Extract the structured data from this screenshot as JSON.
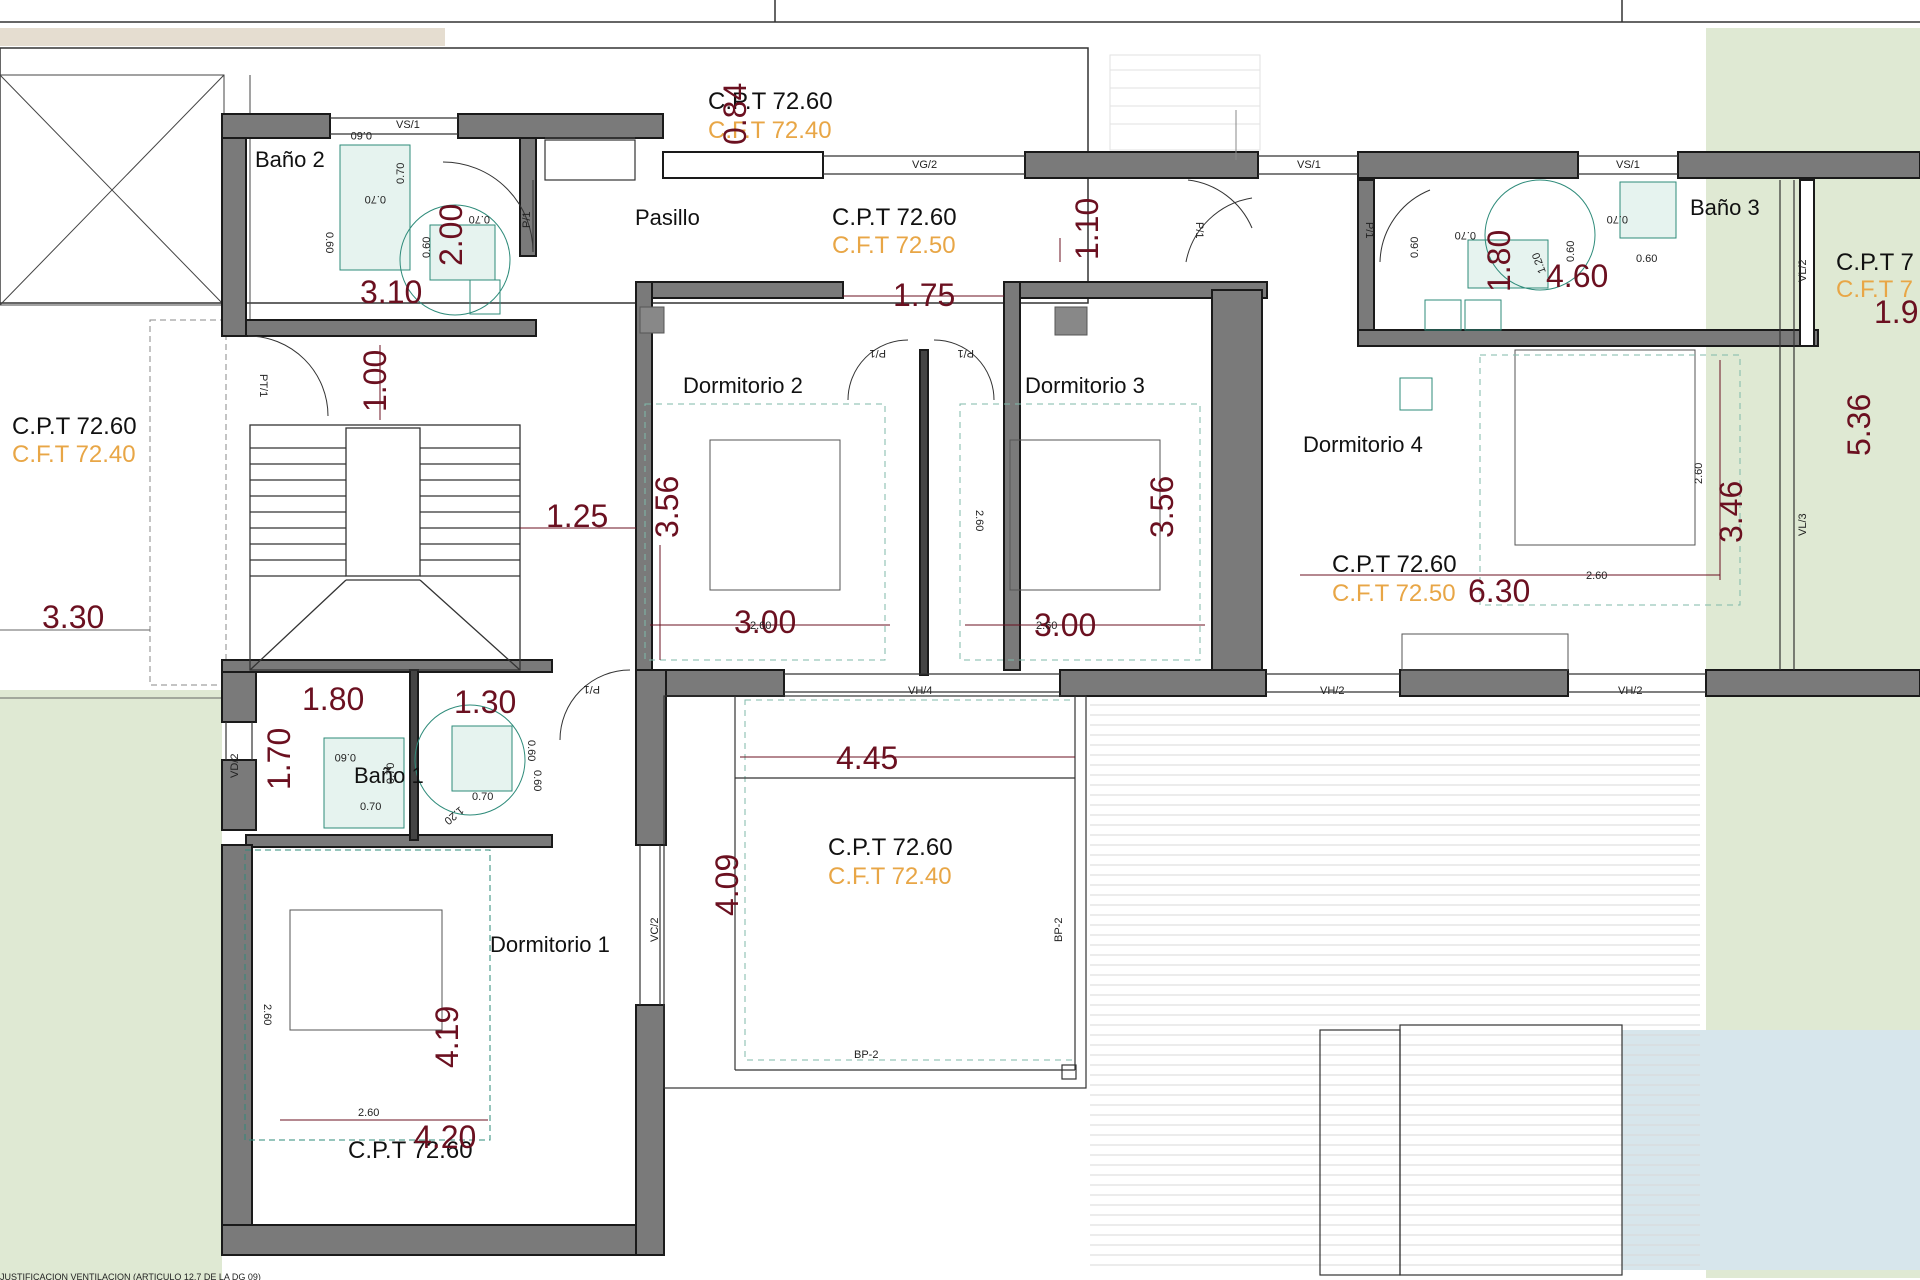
{
  "colors": {
    "wall": "#7a7a7a",
    "wall_stroke": "#1a1a1a",
    "level_cpt": "#111111",
    "level_cft": "#e8a646",
    "dimension": "#6b1020",
    "fixture": "#2e8b7a",
    "lawn": "#dfe9d3",
    "pool": "#d7e6ec",
    "deck_lines": "#d8d8d8",
    "terrace_sand": "#e5ddd0"
  },
  "rooms": {
    "bano2": "Baño 2",
    "pasillo": "Pasillo",
    "bano3": "Baño 3",
    "dormitorio2": "Dormitorio 2",
    "dormitorio3": "Dormitorio 3",
    "dormitorio4": "Dormitorio 4",
    "bano1": "Baño 1",
    "dormitorio1": "Dormitorio 1"
  },
  "levels": {
    "top_cpt": "C.P.T 72.60",
    "top_cft": "C.F.T 72.40",
    "pasillo_cpt": "C.P.T 72.60",
    "pasillo_cft": "C.F.T 72.50",
    "left_cpt": "C.P.T 72.60",
    "left_cft": "C.F.T 72.40",
    "right_cpt": "C.P.T 7",
    "right_cft": "C.F.T 7",
    "dorm4_cpt": "C.P.T 72.60",
    "dorm4_cft": "C.F.T 72.50",
    "terrace_cpt": "C.P.T 72.60",
    "terrace_cft": "C.F.T 72.40",
    "dorm1_cpt": "C.P.T 72.60"
  },
  "dimensions": {
    "d_084": "0.84",
    "d_310": "3.10",
    "d_200": "2.00",
    "d_110": "1.10",
    "d_175": "1.75",
    "d_180_b3": "1.80",
    "d_460": "4.60",
    "d_193": "1.9",
    "d_100": "1.00",
    "d_125": "1.25",
    "d_356_a": "3.56",
    "d_356_b": "3.56",
    "d_300_a": "3.00",
    "d_300_b": "3.00",
    "d_346": "3.46",
    "d_536": "5.36",
    "d_630": "6.30",
    "d_330": "3.30",
    "d_180_b1": "1.80",
    "d_130": "1.30",
    "d_170": "1.70",
    "d_445": "4.45",
    "d_409": "4.09",
    "d_419": "4.19",
    "d_420": "4.20"
  },
  "labels": {
    "vs1_a": "VS/1",
    "vg2": "VG/2",
    "vs1_b": "VS/1",
    "vs1_c": "VS/1",
    "p1_a": "P/1",
    "p1_b": "P/1",
    "p1_c": "P/1",
    "p1_d": "P/1",
    "p1_e": "P/1",
    "pt1": "PT/1",
    "p1_f": "P/1",
    "vl2": "VL/2",
    "vl3": "VL/3",
    "vh4": "VH/4",
    "vh2_a": "VH/2",
    "vh2_b": "VH/2",
    "vd2": "VD/2",
    "vc2": "VC/2",
    "bp2_a": "BP-2",
    "bp2_b": "BP-2",
    "s060_a": "0.60",
    "s070_a": "0.70",
    "s070_b": "0.70",
    "s060_b": "0.60",
    "s070_c": "0.70",
    "s060_c": "0.60",
    "s070_d": "0.70",
    "s060_d": "0.60",
    "s070_e": "0.70",
    "s060_e": "0.60",
    "s060_f": "0.60",
    "s120": "1.20",
    "s260_a": "2.60",
    "s260_b": "2.60",
    "s260_c": "2.60",
    "s260_d": "2.60",
    "s260_e": "2.60",
    "s260_f": "2.60",
    "s260_g": "2.60",
    "s060_g": "0.60",
    "s070_f": "0.70",
    "s070_g": "0.70",
    "s060_h": "0.60",
    "s070_h": "0.70",
    "s120_b": "1.20",
    "s060_i": "0.60"
  },
  "footer": {
    "left_note": "JUSTIFICACION VENTILACION (ARTICULO 12.7 DE LA DG 09)"
  }
}
